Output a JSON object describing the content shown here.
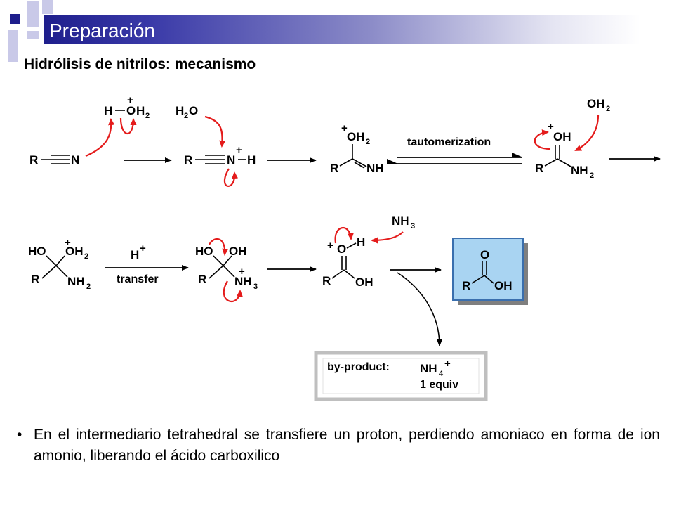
{
  "title": "Preparación",
  "subtitle": "Hidrólisis de nitrilos: mecanismo",
  "diagram": {
    "r1": {
      "nitrile": {
        "r": "R",
        "n": "N"
      },
      "hoh2": {
        "h": "H",
        "o": "O",
        "h2": "H",
        "sub2": "2",
        "plus": "+"
      },
      "h2o": {
        "h": "H",
        "sub2": "2",
        "o": "O"
      },
      "nitrilium": {
        "r": "R",
        "n": "N",
        "h": "H",
        "plus": "+"
      },
      "imidate": {
        "plus": "+",
        "oh": "OH",
        "sub2": "2",
        "r": "R",
        "nh": "NH"
      },
      "tautomer_label": "tautomerization",
      "amide": {
        "plus": "+",
        "oh": "OH",
        "r": "R",
        "nh": "NH",
        "sub2": "2"
      },
      "oh2_top": {
        "oh": "OH",
        "sub2": "2"
      }
    },
    "r2": {
      "tetra": {
        "ho": "HO",
        "oh": "OH",
        "sub2": "2",
        "plus": "+",
        "r": "R",
        "nh": "NH",
        "nsub2": "2"
      },
      "h_plus": {
        "h": "H",
        "plus": "+"
      },
      "transfer_label": "transfer",
      "tetra2": {
        "ho": "HO",
        "oh": "OH",
        "r": "R",
        "nh": "NH",
        "sub3": "3",
        "plus": "+"
      },
      "protonated_acid": {
        "plus": "+",
        "o": "O",
        "h": "H",
        "r": "R",
        "oh": "OH"
      },
      "nh3": {
        "nh": "NH",
        "sub3": "3"
      },
      "product": {
        "o": "O",
        "r": "R",
        "oh": "OH"
      },
      "byproduct": {
        "label": "by-product:",
        "nh": "NH",
        "sub4": "4",
        "plus": "+",
        "equiv": "1 equiv"
      }
    }
  },
  "bullet": {
    "symbol": "•",
    "text": "En el intermediario tetrahedral se transfiere un proton, perdiendo amoniaco en forma de ion amonio, liberando el ácido carboxilico"
  },
  "colors": {
    "arrow_red": "#e41b1b",
    "title_dark": "#1e1e8c",
    "product_box": "#a9d4f2",
    "byproduct_box": "#bfbfbf"
  }
}
